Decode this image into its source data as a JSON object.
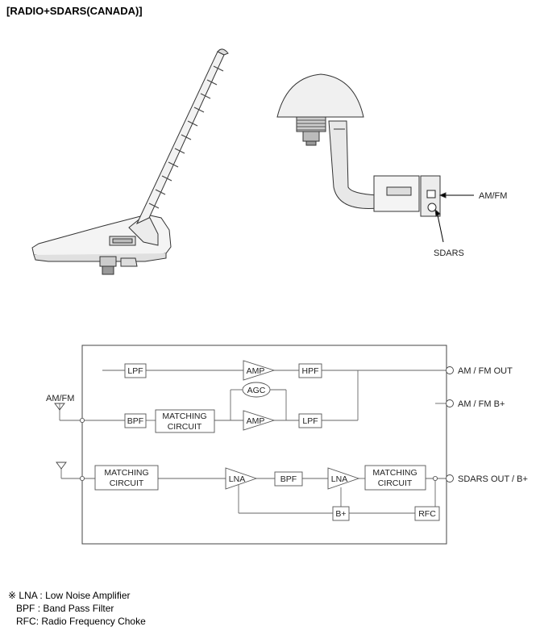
{
  "title": "[RADIO+SDARS(CANADA)]",
  "antenna_labels": {
    "amfm": "AM/FM",
    "sdars": "SDARS"
  },
  "circuit": {
    "input_amfm": "AM/FM",
    "blocks": {
      "lpf_top": "LPF",
      "amp_top": "AMP",
      "hpf": "HPF",
      "agc": "AGC",
      "bpf_amfm": "BPF",
      "matching_amfm_1": "MATCHING",
      "matching_amfm_2": "CIRCUIT",
      "amp_bottom": "AMP",
      "lpf_bottom": "LPF",
      "matching_sdars_in_1": "MATCHING",
      "matching_sdars_in_2": "CIRCUIT",
      "lna_1": "LNA",
      "bpf_sdars": "BPF",
      "lna_2": "LNA",
      "matching_sdars_out_1": "MATCHING",
      "matching_sdars_out_2": "CIRCUIT",
      "bplus": "B+",
      "rfc": "RFC"
    },
    "outputs": {
      "amfm_out": "AM / FM OUT",
      "amfm_bplus": "AM / FM B+",
      "sdars_out": "SDARS OUT / B+"
    }
  },
  "legend": [
    {
      "mark": "※",
      "abbr": "LNA",
      "desc": "Low Noise Amplifier"
    },
    {
      "mark": "",
      "abbr": "BPF",
      "desc": "Band Pass Filter"
    },
    {
      "mark": "",
      "abbr": "RFC",
      "desc": "Radio Frequency Choke"
    }
  ]
}
